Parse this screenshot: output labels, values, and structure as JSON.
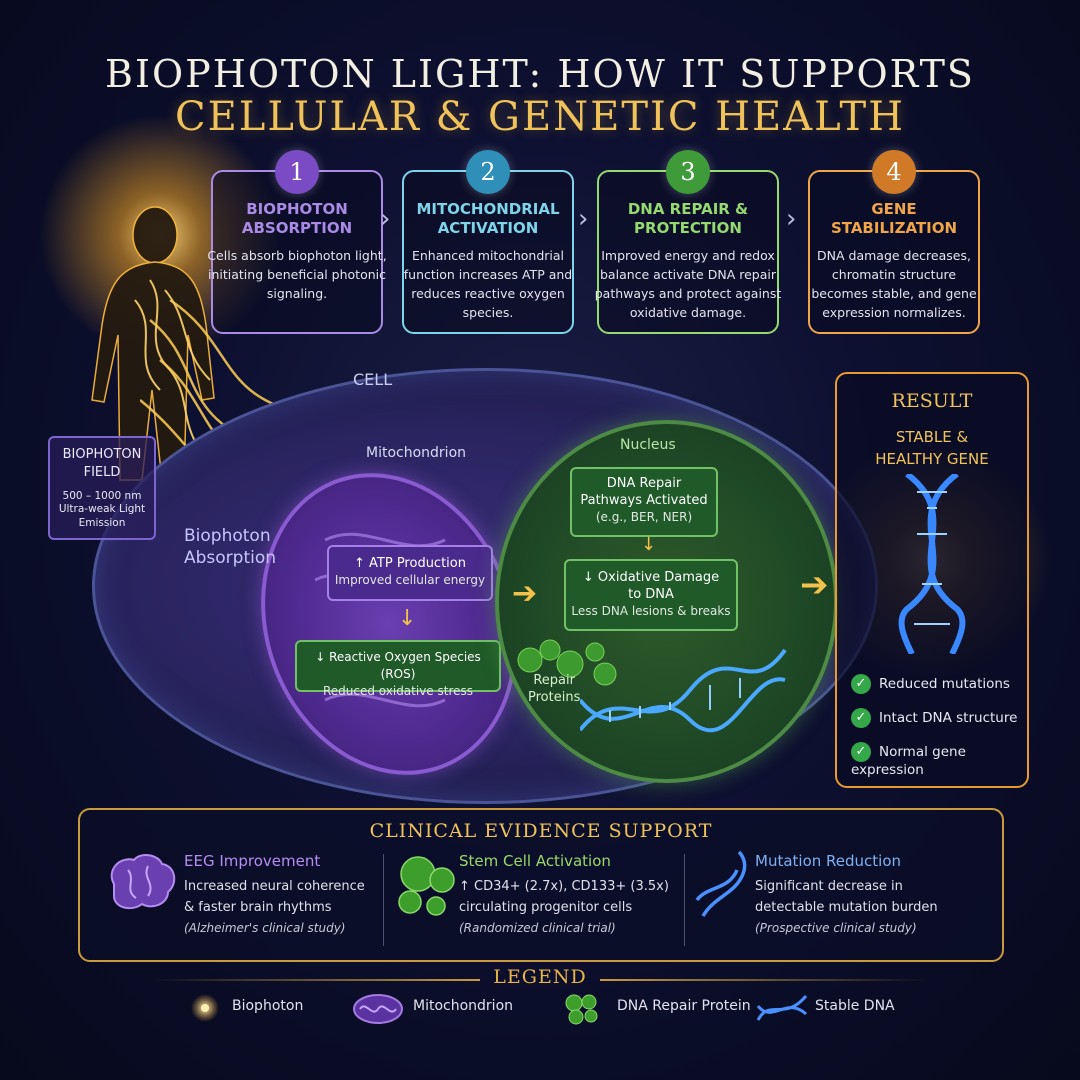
{
  "title": {
    "line1": "BIOPHOTON LIGHT: HOW IT SUPPORTS",
    "line2": "CELLULAR & GENETIC HEALTH"
  },
  "steps": [
    {
      "number": "1",
      "title_line1": "BIOPHOTON",
      "title_line2": "ABSORPTION",
      "color": "#a98be6",
      "badge": "#7a4bc4",
      "desc": "Cells absorb biophoton light, initiating beneficial photonic signaling."
    },
    {
      "number": "2",
      "title_line1": "MITOCHONDRIAL",
      "title_line2": "ACTIVATION",
      "color": "#7fd4ea",
      "badge": "#2f8fb8",
      "desc": "Enhanced mitochondrial function increases ATP and reduces reactive oxygen species."
    },
    {
      "number": "3",
      "title_line1": "DNA REPAIR &",
      "title_line2": "PROTECTION",
      "color": "#96d970",
      "badge": "#3f9a3a",
      "desc": "Improved energy and redox balance activate DNA repair pathways and protect against oxidative damage."
    },
    {
      "number": "4",
      "title_line1": "GENE",
      "title_line2": "STABILIZATION",
      "color": "#f0a54a",
      "badge": "#d07a28",
      "desc": "DNA damage decreases, chromatin structure becomes stable, and gene expression normalizes."
    }
  ],
  "diagram": {
    "cell_label": "CELL",
    "mitochondrion_label": "Mitochondrion",
    "nucleus_label": "Nucleus",
    "absorption_label_line1": "Biophoton",
    "absorption_label_line2": "Absorption",
    "repair_proteins_line1": "Repair",
    "repair_proteins_line2": "Proteins",
    "field": {
      "title_line1": "BIOPHOTON",
      "title_line2": "FIELD",
      "range": "500 – 1000 nm",
      "desc_line1": "Ultra-weak Light",
      "desc_line2": "Emission"
    },
    "atp_box": {
      "title": "↑ ATP Production",
      "sub": "Improved cellular energy"
    },
    "ros_box": {
      "title": "↓ Reactive Oxygen Species (ROS)",
      "sub": "Reduced oxidative stress"
    },
    "dna_repair_box": {
      "line1": "DNA Repair",
      "line2": "Pathways Activated",
      "sub": "(e.g., BER, NER)"
    },
    "oxidative_box": {
      "line1": "↓ Oxidative Damage",
      "line2": "to DNA",
      "sub": "Less DNA lesions & breaks"
    }
  },
  "result": {
    "title": "RESULT",
    "subtitle_line1": "STABLE &",
    "subtitle_line2": "HEALTHY GENE",
    "checks": [
      "Reduced mutations",
      "Intact DNA structure",
      "Normal gene expression"
    ]
  },
  "evidence": {
    "title": "CLINICAL EVIDENCE SUPPORT",
    "items": [
      {
        "title": "EEG Improvement",
        "line1": "Increased neural coherence",
        "line2": "& faster brain rhythms",
        "note": "(Alzheimer's clinical study)",
        "color": "#b58cf0"
      },
      {
        "title": "Stem Cell Activation",
        "line1": "↑ CD34+ (2.7x), CD133+ (3.5x)",
        "line2": "circulating progenitor cells",
        "note": "(Randomized clinical trial)",
        "color": "#9ad86a"
      },
      {
        "title": "Mutation Reduction",
        "line1": "Significant decrease in",
        "line2": "detectable mutation burden",
        "note": "(Prospective clinical study)",
        "color": "#7fb0f0"
      }
    ]
  },
  "legend": {
    "title": "LEGEND",
    "items": [
      "Biophoton",
      "Mitochondrion",
      "DNA Repair Protein",
      "Stable DNA"
    ]
  }
}
